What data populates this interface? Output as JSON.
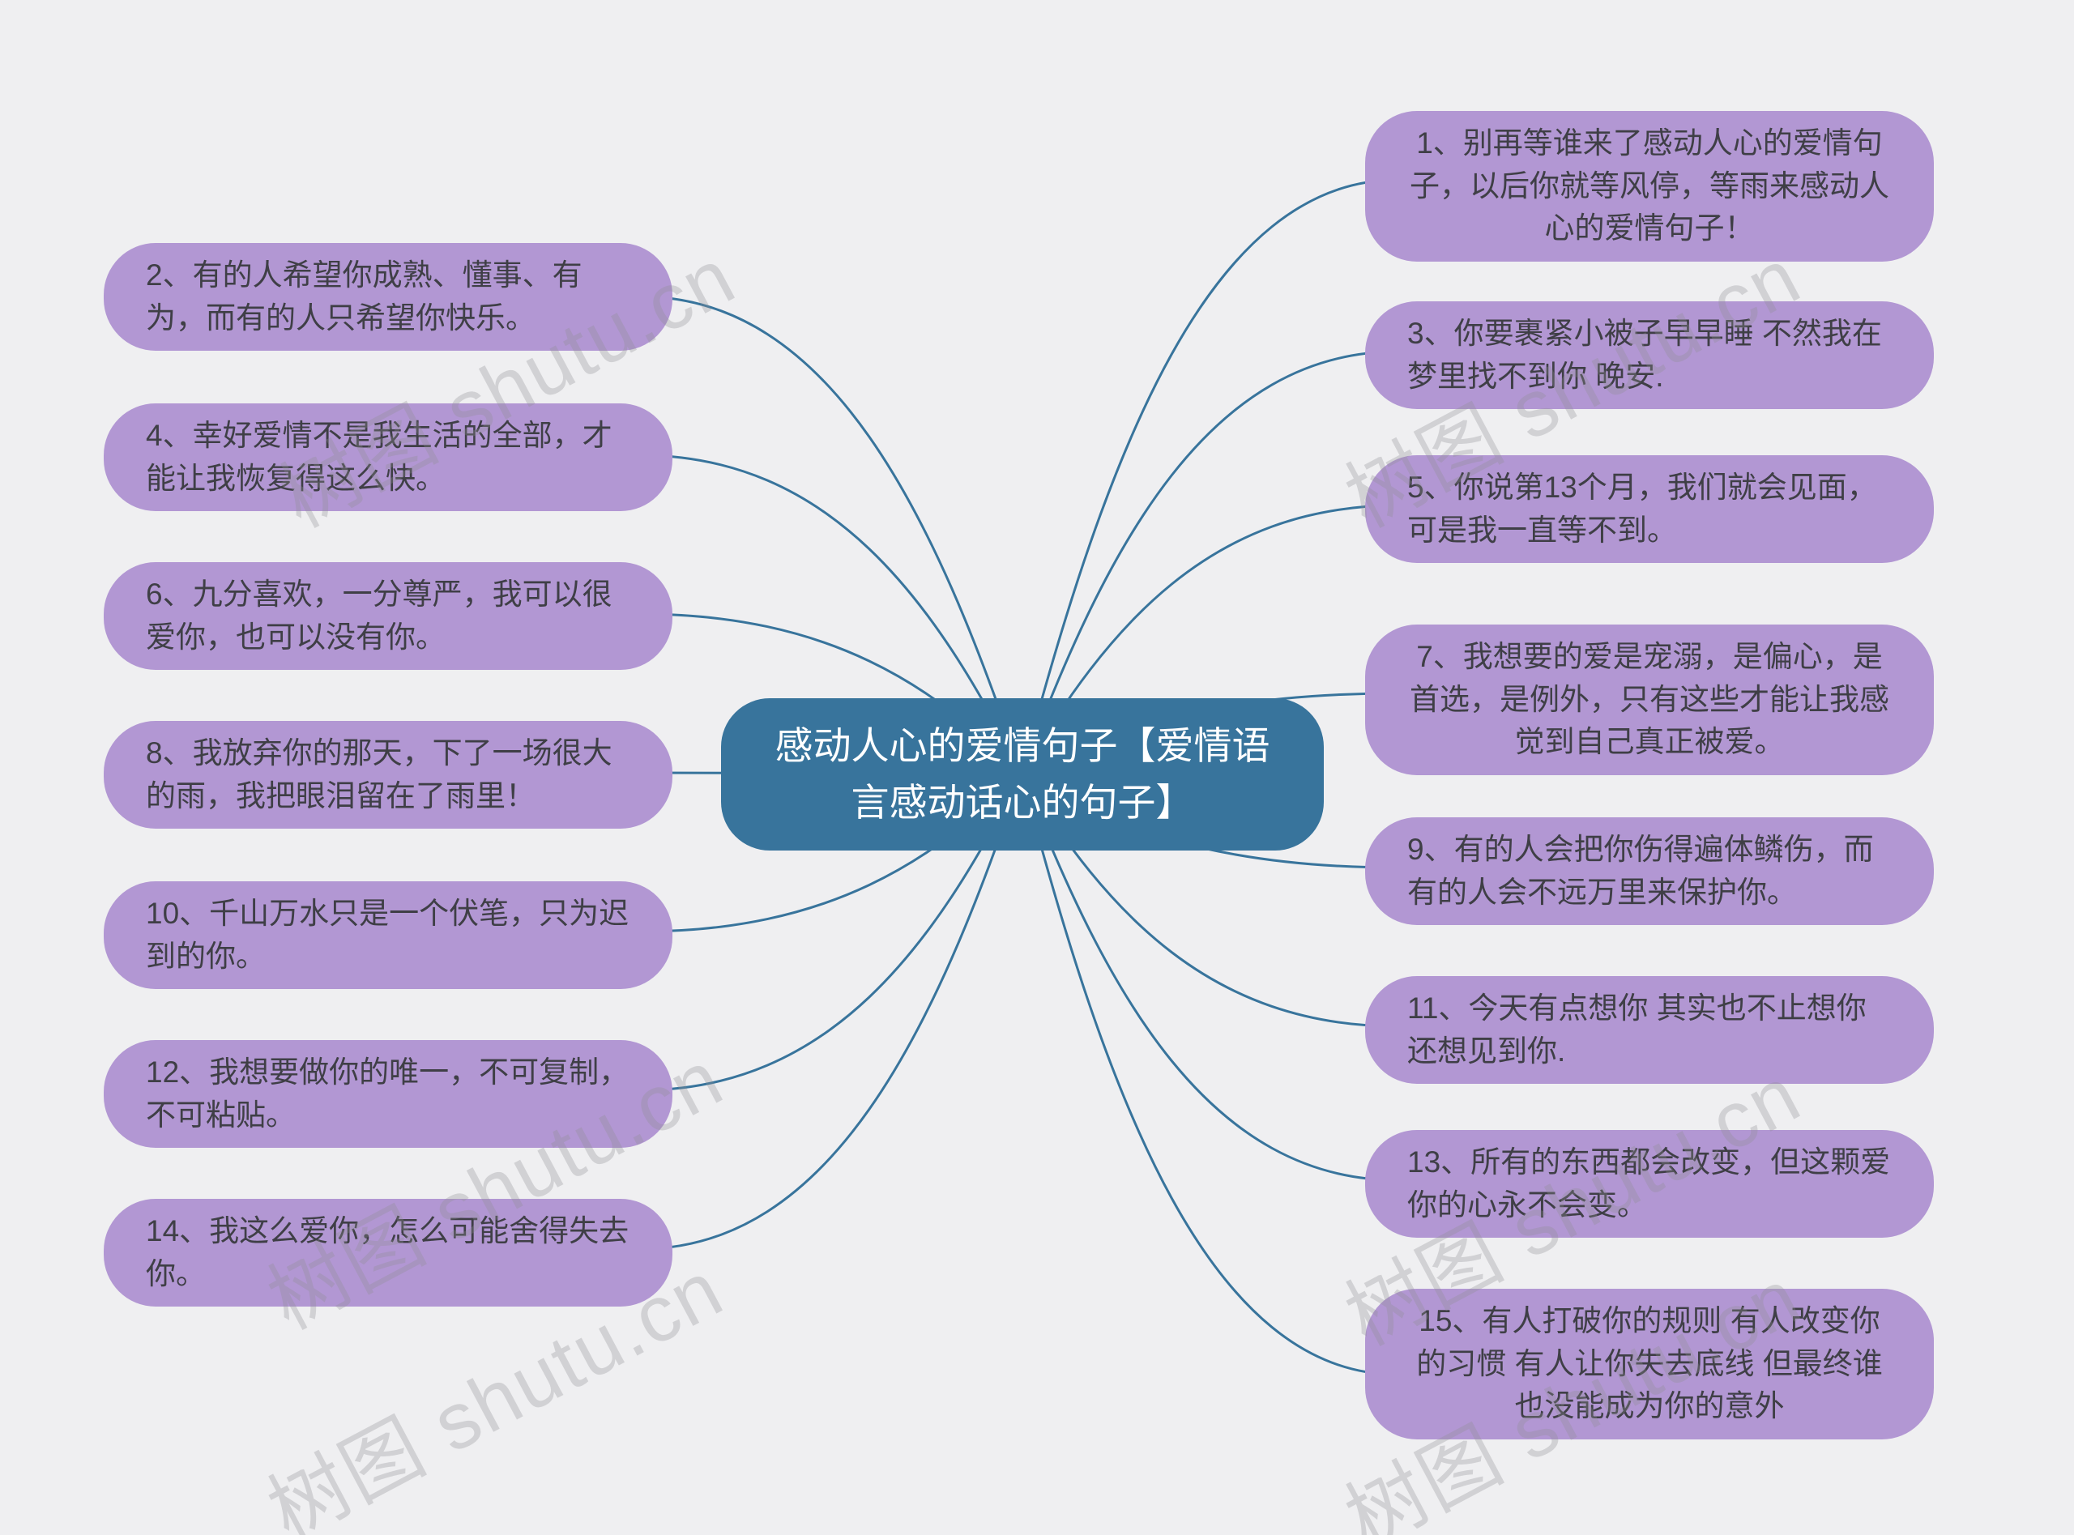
{
  "center": {
    "text": "感动人心的爱情句子【爱情语言感动话心的句子】"
  },
  "watermark": {
    "text": "树图 shutu.cn"
  },
  "colors": {
    "background": "#efeff1",
    "bubble": "#b297d3",
    "bubble_text": "#3f3f46",
    "center": "#38749c",
    "center_text": "#ffffff",
    "line": "#38749c",
    "watermark": "#8f8f93"
  },
  "nodes": {
    "left": [
      {
        "text": "2、有的人希望你成熟、懂事、有为，而有的人只希望你快乐。"
      },
      {
        "text": "4、幸好爱情不是我生活的全部，才能让我恢复得这么快。"
      },
      {
        "text": "6、九分喜欢，一分尊严，我可以很爱你，也可以没有你。"
      },
      {
        "text": "8、我放弃你的那天，下了一场很大的雨，我把眼泪留在了雨里！"
      },
      {
        "text": "10、千山万水只是一个伏笔，只为迟到的你。"
      },
      {
        "text": "12、我想要做你的唯一，不可复制，不可粘贴。"
      },
      {
        "text": "14、我这么爱你，怎么可能舍得失去你。"
      }
    ],
    "right": [
      {
        "text": "1、别再等谁来了感动人心的爱情句子，以后你就等风停，等雨来感动人心的爱情句子！"
      },
      {
        "text": "3、你要裹紧小被子早早睡 不然我在梦里找不到你 晚安."
      },
      {
        "text": "5、你说第13个月，我们就会见面，可是我一直等不到。"
      },
      {
        "text": "7、我想要的爱是宠溺，是偏心，是首选，是例外，只有这些才能让我感觉到自己真正被爱。"
      },
      {
        "text": "9、有的人会把你伤得遍体鳞伤，而有的人会不远万里来保护你。"
      },
      {
        "text": "11、今天有点想你 其实也不止想你 还想见到你."
      },
      {
        "text": "13、所有的东西都会改变，但这颗爱你的心永不会变。"
      },
      {
        "text": "15、有人打破你的规则 有人改变你的习惯 有人让你失去底线 但最终谁也没能成为你的意外"
      }
    ]
  }
}
